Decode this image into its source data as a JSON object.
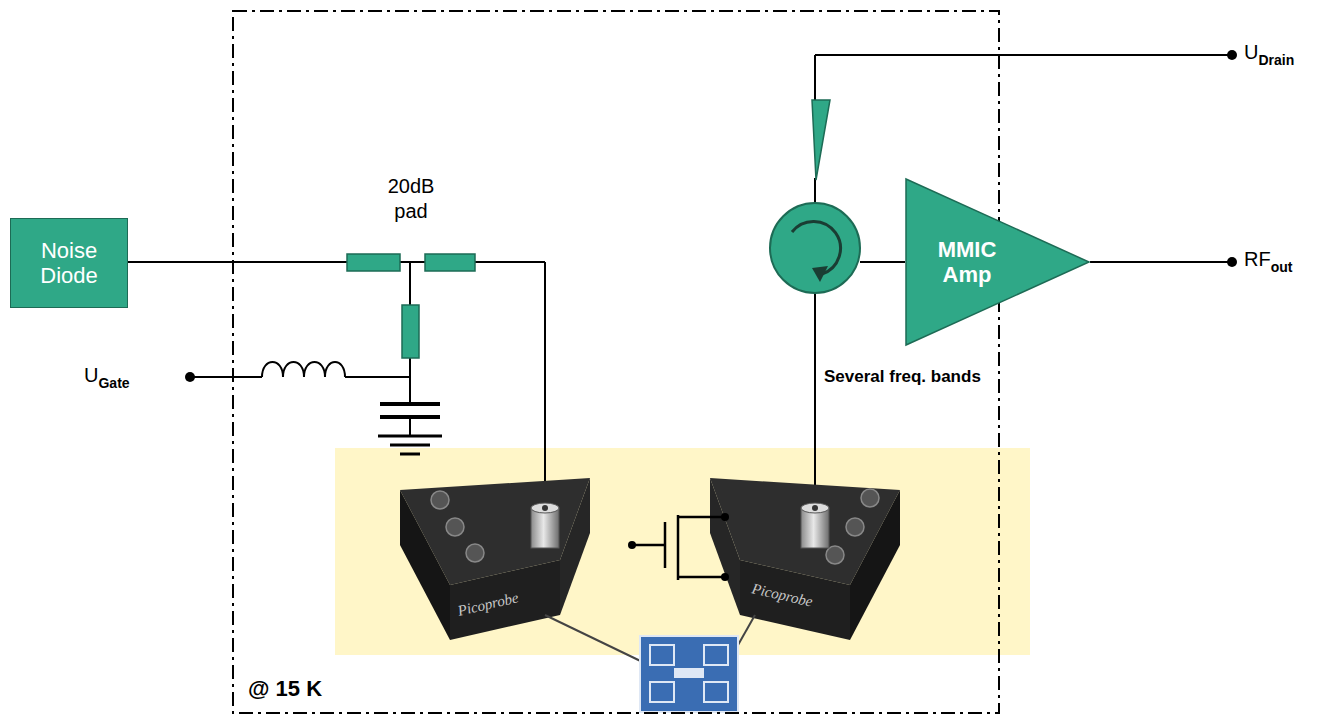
{
  "diagram": {
    "nodes": [
      {
        "text": [
          "Noise Diode"
        ]
      },
      {
        "text": [
          "@ 15 K"
        ]
      },
      {
        "text": [
          "MMIC Amp"
        ],
        "in": 1
      }
    ],
    "labels": [
      "20dB pad",
      "U",
      "Gate",
      "U",
      "Drain",
      "RF",
      "out",
      "Several freq. bands",
      "Picoprobe",
      "Picoprobe"
    ]
  }
}
